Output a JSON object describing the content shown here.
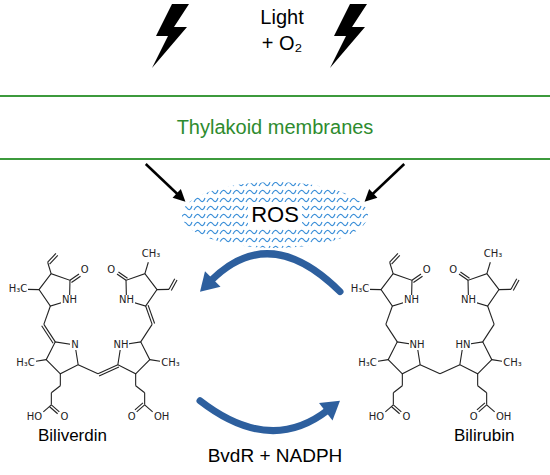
{
  "diagram": {
    "nodes": [
      {
        "text": [
          "Thylakoid membranes"
        ]
      },
      {
        "text": [
          "ROS"
        ]
      },
      {
        "text": [
          "Biliverdin"
        ]
      },
      {
        "text": [
          "Bilirubin"
        ]
      }
    ],
    "edges": [
      {
        "from": 0,
        "to": 1,
        "arrow": "to"
      },
      {
        "from": 0,
        "to": 1,
        "arrow": "to"
      },
      {
        "from": 3,
        "to": 2,
        "arrow": "to"
      },
      {
        "from": 2,
        "to": 3,
        "arrow": "to",
        "label": "BvdR + NADPH"
      }
    ],
    "labels": [
      "Light",
      "+ O₂",
      "H₃C",
      "O",
      "NH",
      "O",
      "NH",
      "CH₃",
      "H₃C",
      "N",
      "NH",
      "CH₃",
      "HO",
      "O",
      "O",
      "OH",
      "H₃C",
      "O",
      "NH",
      "O",
      "NH",
      "CH₃",
      "H₃C",
      "NH",
      "HN",
      "CH₃",
      "HO",
      "O",
      "O",
      "OH"
    ]
  }
}
